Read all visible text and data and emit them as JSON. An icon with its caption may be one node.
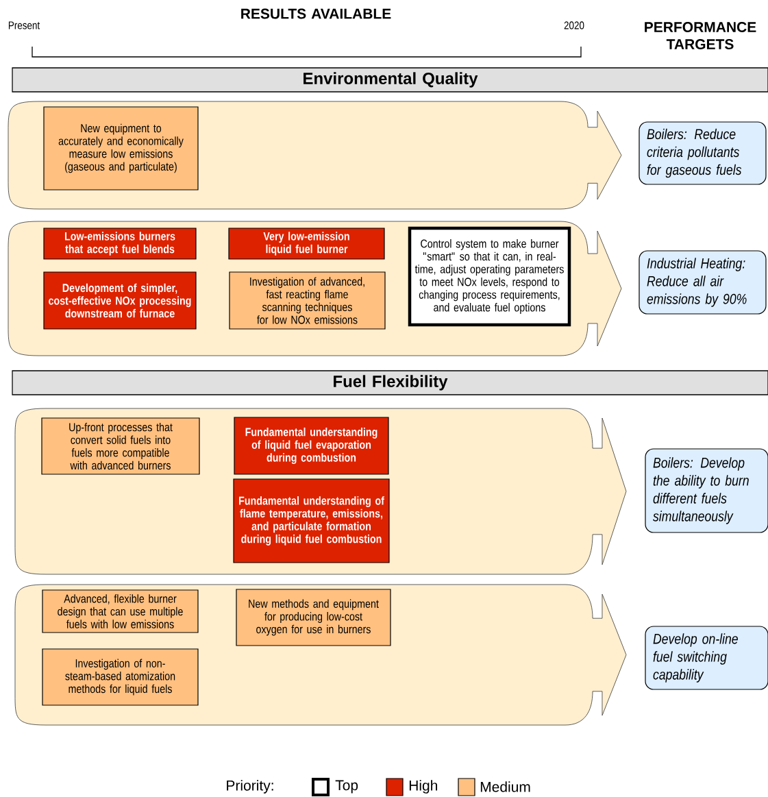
{
  "diagram": {
    "nodes": [
      {
        "text": [
          "Environmental Quality"
        ]
      },
      {
        "text": [],
        "shape": "arrow"
      },
      {
        "text": [
          "New equipment to accurately and economically measure low emissions (gaseous and particulate)"
        ],
        "in": 1
      },
      {
        "text": [
          "Boilers:  Reduce criteria pollutants for gaseous fuels"
        ]
      },
      {
        "text": [],
        "shape": "arrow"
      },
      {
        "text": [
          "Low-emissions burners that accept fuel blends"
        ],
        "in": 4
      },
      {
        "text": [
          "Very low-emission liquid fuel burner"
        ],
        "in": 4
      },
      {
        "text": [
          "Control system to make burner \"smart\" so that it can, in real-time, adjust operating parameters to meet NOx levels, respond to changing process requirements, and evaluate fuel options"
        ],
        "in": 4
      },
      {
        "text": [
          "Development of simpler, cost-effective  NOx processing downstream of furnace"
        ],
        "in": 4
      },
      {
        "text": [
          "Investigation of advanced, fast reacting flame scanning techniques for low NOx emissions"
        ],
        "in": 4
      },
      {
        "text": [
          "Industrial Heating: Reduce all air emissions by 90%"
        ]
      },
      {
        "text": [
          "Fuel Flexibility"
        ]
      },
      {
        "text": [],
        "shape": "arrow"
      },
      {
        "text": [
          "Up-front processes that convert solid fuels into fuels more compatible with advanced burners"
        ],
        "in": 12
      },
      {
        "text": [
          "Fundamental understanding of liquid fuel evaporation during combustion"
        ],
        "in": 12
      },
      {
        "text": [
          "Fundamental understanding of flame temperature, emissions, and particulate formation during liquid fuel combustion"
        ],
        "in": 12
      },
      {
        "text": [
          "Boilers:  Develop the ability to burn different fuels simultaneously"
        ]
      },
      {
        "text": [],
        "shape": "arrow"
      },
      {
        "text": [
          "Advanced, flexible burner design that can use multiple fuels with low emissions"
        ],
        "in": 17
      },
      {
        "text": [
          "New methods and equipment for producing low-cost oxygen for use in burners"
        ],
        "in": 17
      },
      {
        "text": [
          "Investigation of non-steam-based atomization methods for liquid fuels"
        ],
        "in": 17
      },
      {
        "text": [
          "Develop on-line fuel switching capability"
        ]
      }
    ],
    "labels": [
      "RESULTS AVAILABLE",
      "Present",
      "2020",
      "PERFORMANCE TARGETS",
      "Priority:"
    ],
    "legend": [
      {
        "text": "Top"
      },
      {
        "text": "High",
        "color": "#dd2200"
      },
      {
        "text": "Medium",
        "color": "#ffc080"
      }
    ]
  }
}
